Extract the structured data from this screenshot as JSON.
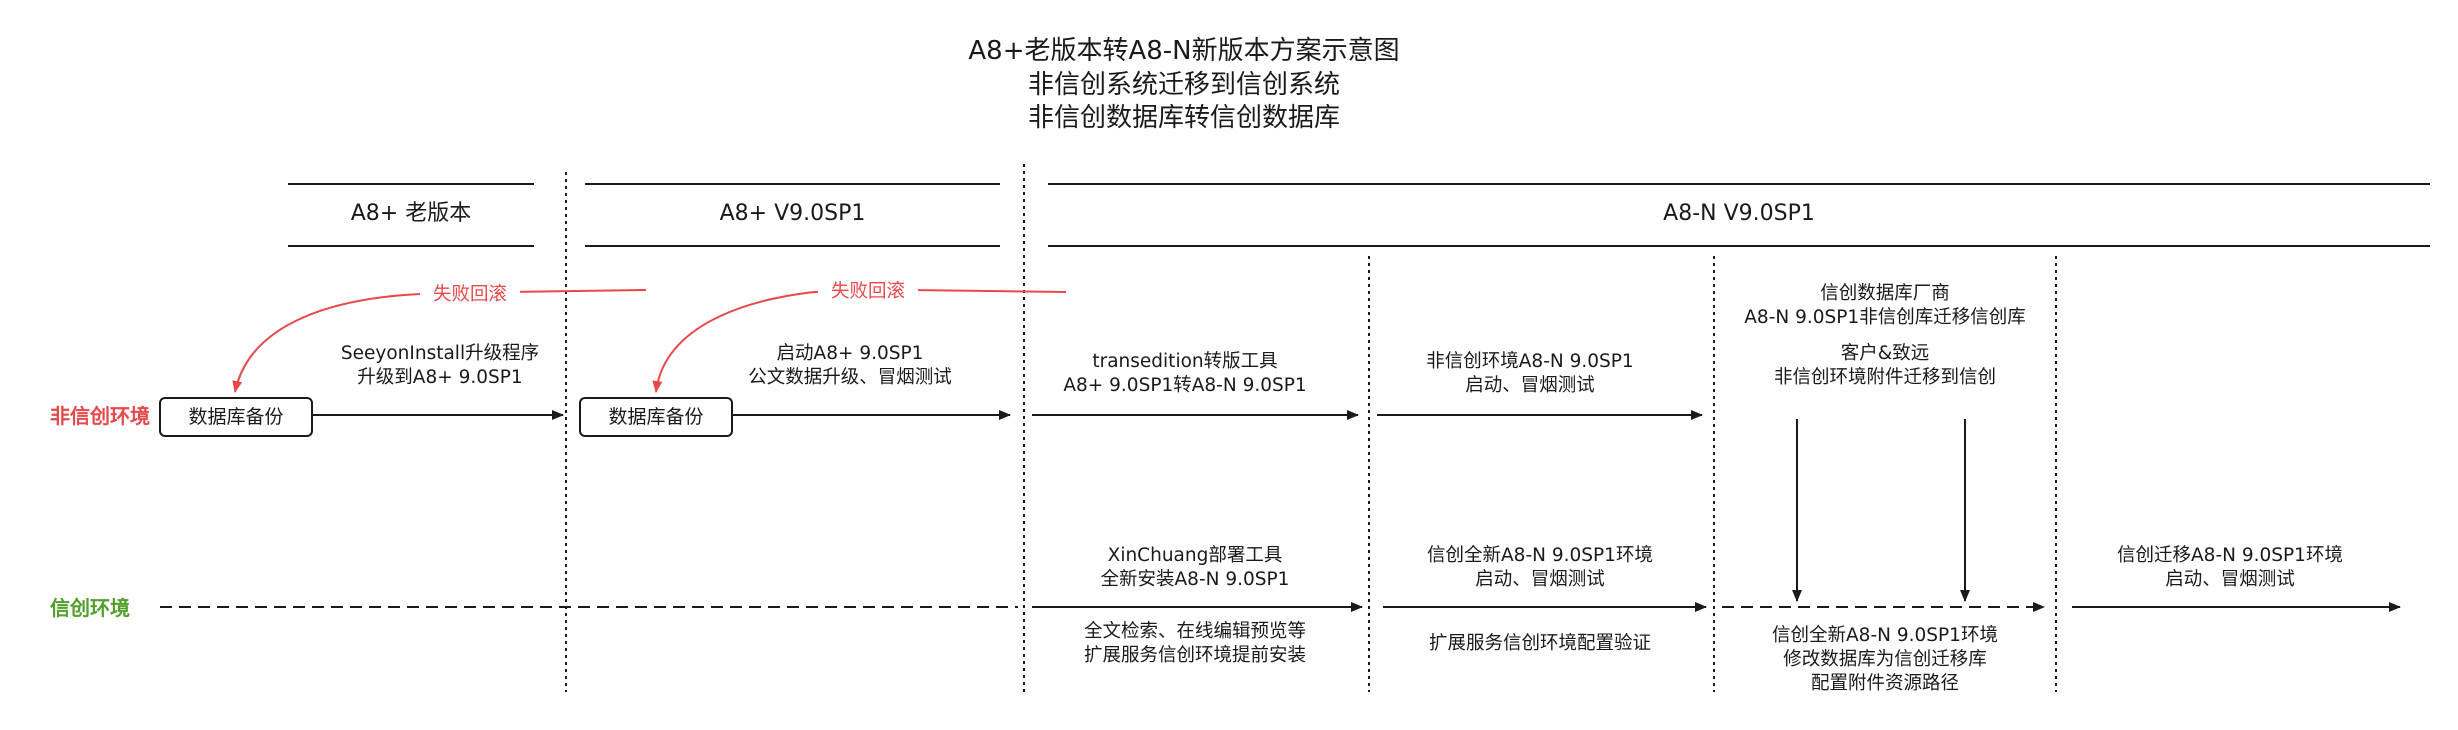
{
  "title": {
    "line1": "A8+老版本转A8-N新版本方案示意图",
    "line2": "非信创系统迁移到信创系统",
    "line3": "非信创数据库转信创数据库"
  },
  "headers": {
    "old": "A8+ 老版本",
    "v9": "A8+ V9.0SP1",
    "n": "A8-N V9.0SP1"
  },
  "environments": {
    "non_xinchuang": "非信创环境",
    "xinchuang": "信创环境"
  },
  "rollback_label": "失败回滚",
  "boxes": {
    "backup1": "数据库备份",
    "backup2": "数据库备份"
  },
  "non_xc_steps": {
    "upgrade": [
      "SeeyonInstall升级程序",
      "升级到A8+ 9.0SP1"
    ],
    "start": [
      "启动A8+ 9.0SP1",
      "公文数据升级、冒烟测试"
    ],
    "transedition": [
      "transedition转版工具",
      "A8+ 9.0SP1转A8-N 9.0SP1"
    ],
    "n_start": [
      "非信创环境A8-N 9.0SP1",
      "启动、冒烟测试"
    ],
    "migrate_vendor": [
      "信创数据库厂商",
      "A8-N 9.0SP1非信创库迁移信创库"
    ],
    "migrate_customer": [
      "客户&致远",
      "非信创环境附件迁移到信创"
    ]
  },
  "xc_steps": {
    "deploy": [
      "XinChuang部署工具",
      "全新安装A8-N 9.0SP1"
    ],
    "deploy_extra": [
      "全文检索、在线编辑预览等",
      "扩展服务信创环境提前安装"
    ],
    "start_new": [
      "信创全新A8-N 9.0SP1环境",
      "启动、冒烟测试"
    ],
    "verify": "扩展服务信创环境配置验证",
    "modify": [
      "信创全新A8-N 9.0SP1环境",
      "修改数据库为信创迁移库",
      "配置附件资源路径"
    ],
    "final": [
      "信创迁移A8-N 9.0SP1环境",
      "启动、冒烟测试"
    ]
  },
  "colors": {
    "line": "#1a1a1a",
    "rollback": "#e8484a",
    "non_xc_label": "#e8484a",
    "xc_label": "#52a02b"
  }
}
